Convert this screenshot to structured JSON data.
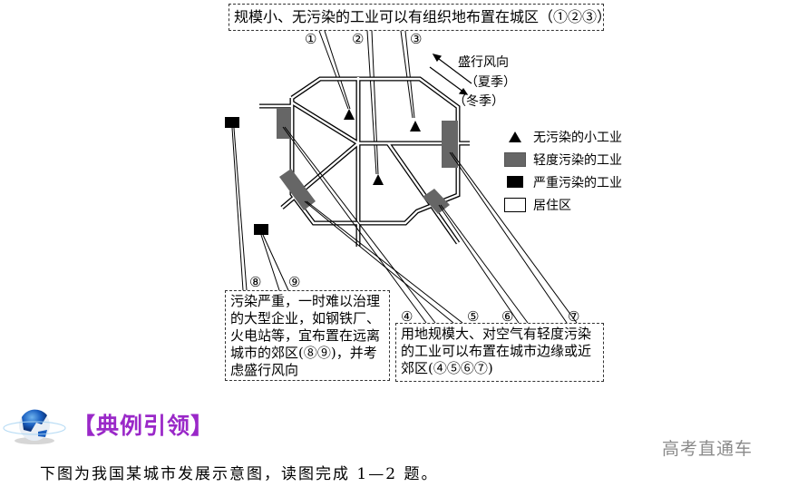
{
  "diagram": {
    "top_note": "规模小、无污染的工业可以有组织地布置在城区（①②③）",
    "markers": {
      "m1": "①",
      "m2": "②",
      "m3": "③",
      "m4": "④",
      "m5": "⑤",
      "m6": "⑥",
      "m7": "⑦",
      "m8": "⑧",
      "m9": "⑨"
    },
    "wind": {
      "title": "盛行风向",
      "summer": "（夏季）",
      "winter": "（冬季）"
    },
    "legend": [
      {
        "symbol": "triangle",
        "label": "无污染的小工业"
      },
      {
        "symbol": "gray-rect",
        "label": "轻度污染的工业",
        "color": "#666666"
      },
      {
        "symbol": "black-rect",
        "label": "严重污染的工业",
        "color": "#000000"
      },
      {
        "symbol": "white-rect",
        "label": "居住区"
      }
    ],
    "note_heavy": "污染严重，一时难以治理的大型企业，如钢铁厂、火电站等，宜布置在远离城市的郊区(⑧⑨)，并考虑盛行风向",
    "note_light": "用地规模大、对空气有轻度污染的工业可以布置在城市边缘或近郊区(④⑤⑥⑦)"
  },
  "section": {
    "title": "【典例引领】",
    "title_color": "#9a28c8",
    "question": "下图为我国某城市发展示意图，读图完成 1—2 题。"
  },
  "watermark": "高考直通车"
}
